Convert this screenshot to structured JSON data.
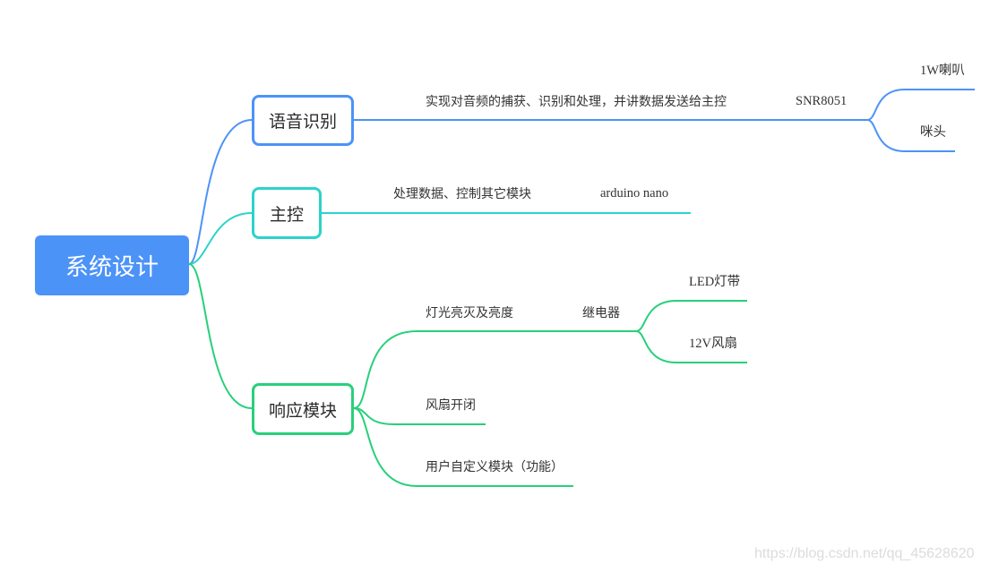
{
  "colors": {
    "voice_branch": "#4c93f7",
    "main_branch": "#2bd3cb",
    "response_branch": "#27d07a",
    "root_fill": "#4c93f7"
  },
  "root": {
    "label": "系统设计"
  },
  "voice": {
    "label": "语音识别",
    "description": "实现对音频的捕获、识别和处理，并讲数据发送给主控",
    "chip": "SNR8051",
    "outputs": [
      "1W喇叭",
      "咪头"
    ]
  },
  "main": {
    "label": "主控",
    "description": "处理数据、控制其它模块",
    "board": "arduino nano"
  },
  "response": {
    "label": "响应模块",
    "light": {
      "description": "灯光亮灭及亮度",
      "relay": "继电器",
      "targets": [
        "LED灯带",
        "12V风扇"
      ]
    },
    "fan": "风扇开闭",
    "custom": "用户自定义模块（功能）"
  },
  "watermark": "https://blog.csdn.net/qq_45628620"
}
